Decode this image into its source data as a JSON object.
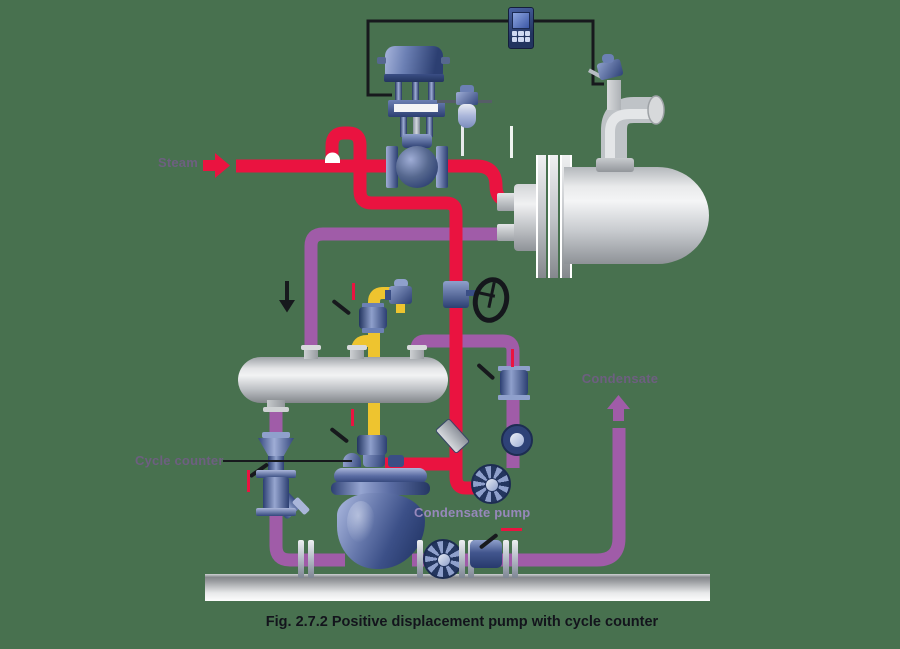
{
  "caption": "Fig. 2.7.2 Positive displacement pump with cycle counter",
  "labels": {
    "steam": "Steam",
    "condensate": "Condensate",
    "cycle_counter": "Cycle counter",
    "condensate_pump": "Condensate pump"
  },
  "colors": {
    "background": "#48714f",
    "steam_pipe": "#ea1340",
    "condensate_pipe": "#a05ca8",
    "vent_pipe": "#eec42f",
    "signal_line": "#17191d",
    "label_text": "#6d5f80",
    "pump_label_text": "#9788bb",
    "caption_text": "#13141c",
    "component_dark": "#2c3f72",
    "component_light": "#9fadd6",
    "metal_light": "#e9eaeb",
    "metal_dark": "#8e9297"
  }
}
